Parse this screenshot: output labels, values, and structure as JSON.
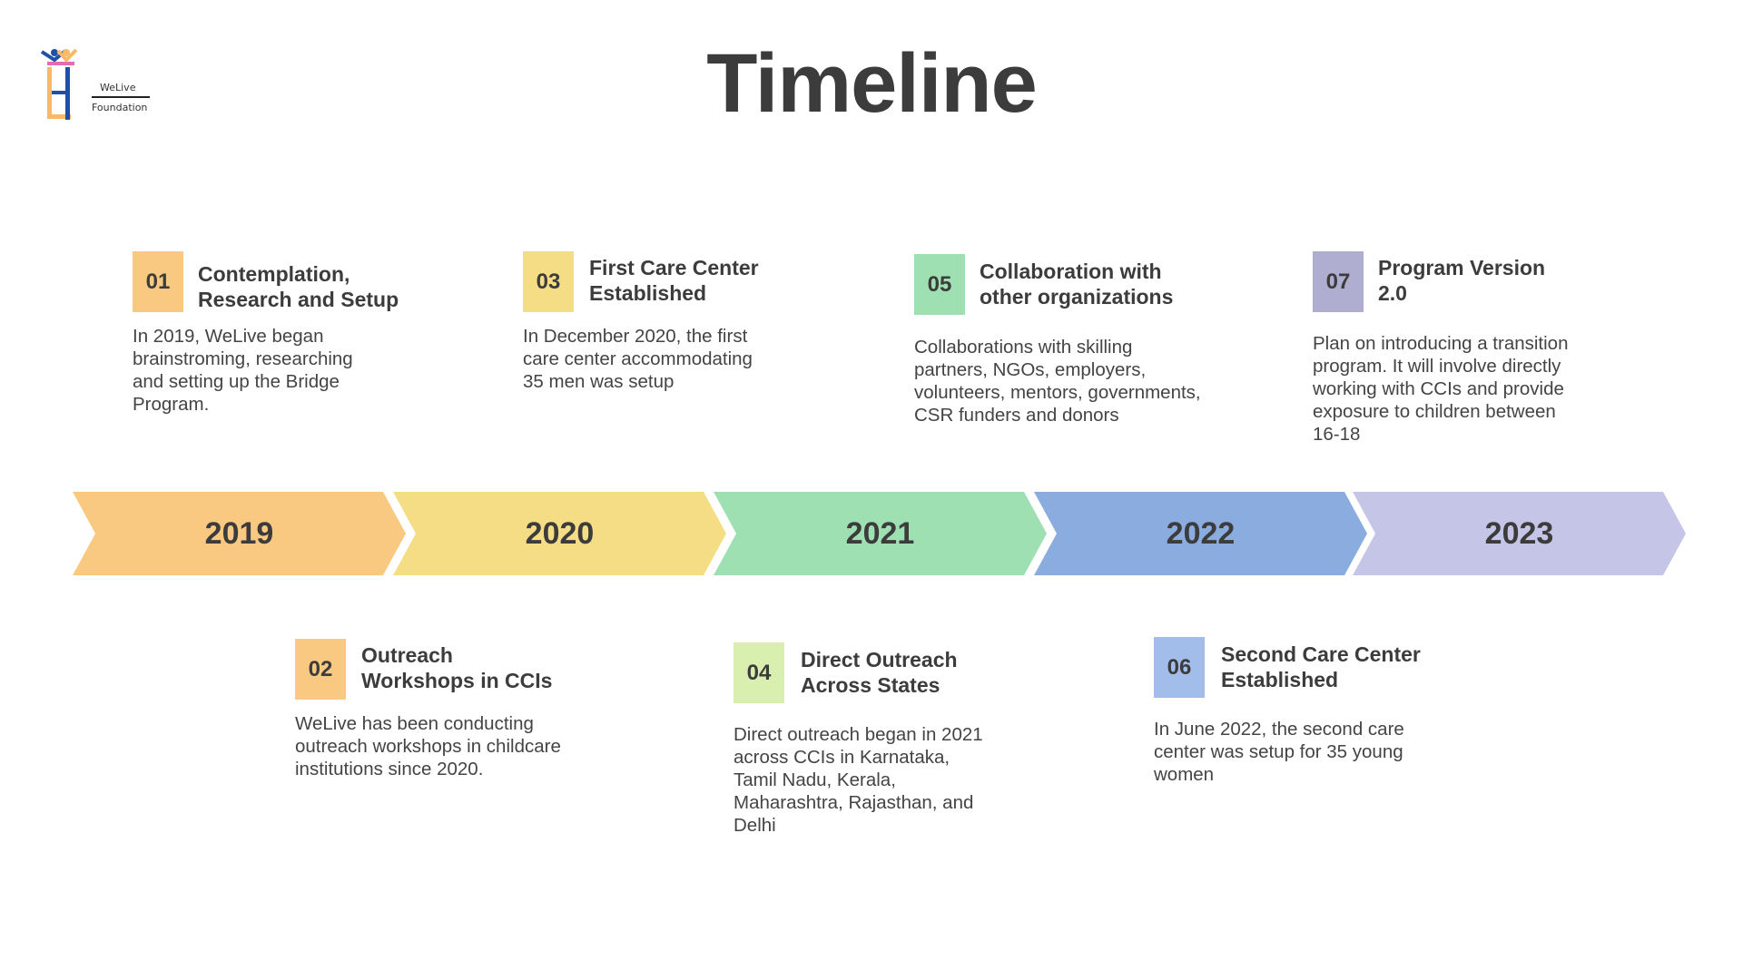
{
  "title": "Timeline",
  "logo": {
    "line1": "WeLive",
    "line2": "Foundation"
  },
  "years": [
    {
      "label": "2019",
      "color": "#f9c981"
    },
    {
      "label": "2020",
      "color": "#f5dd85"
    },
    {
      "label": "2021",
      "color": "#9ee0b1"
    },
    {
      "label": "2022",
      "color": "#8aacdf"
    },
    {
      "label": "2023",
      "color": "#c5c5e8"
    }
  ],
  "milestones": [
    {
      "num": "01",
      "title": "Contemplation,\nResearch and Setup",
      "desc": "In 2019, WeLive began\nbrainstroming, researching\nand setting up the Bridge\nProgram.",
      "color": "#f9c981"
    },
    {
      "num": "02",
      "title": "Outreach\nWorkshops in CCIs",
      "desc": "WeLive has been conducting\noutreach workshops in childcare\ninstitutions since 2020.",
      "color": "#f9c981"
    },
    {
      "num": "03",
      "title": "First Care Center\nEstablished",
      "desc": "In December 2020, the first\ncare center accommodating\n35 men was setup",
      "color": "#f5dd85"
    },
    {
      "num": "04",
      "title": "Direct Outreach\nAcross States",
      "desc": "Direct outreach began in 2021\nacross CCIs in Karnataka,\nTamil Nadu, Kerala,\nMaharashtra, Rajasthan, and\nDelhi",
      "color": "#d9efb0"
    },
    {
      "num": "05",
      "title": "Collaboration with\nother organizations",
      "desc": "Collaborations with skilling\npartners, NGOs, employers,\nvolunteers, mentors, governments,\nCSR funders and donors",
      "color": "#9ee0b1"
    },
    {
      "num": "06",
      "title": "Second Care Center\nEstablished",
      "desc": "In June 2022, the second care\ncenter was setup for 35 young\nwomen",
      "color": "#a3bdea"
    },
    {
      "num": "07",
      "title": "Program Version\n2.0",
      "desc": "Plan on introducing a transition\nprogram. It will involve directly\nworking with CCIs and provide\nexposure to children between\n16-18",
      "color": "#b0aed0"
    }
  ]
}
